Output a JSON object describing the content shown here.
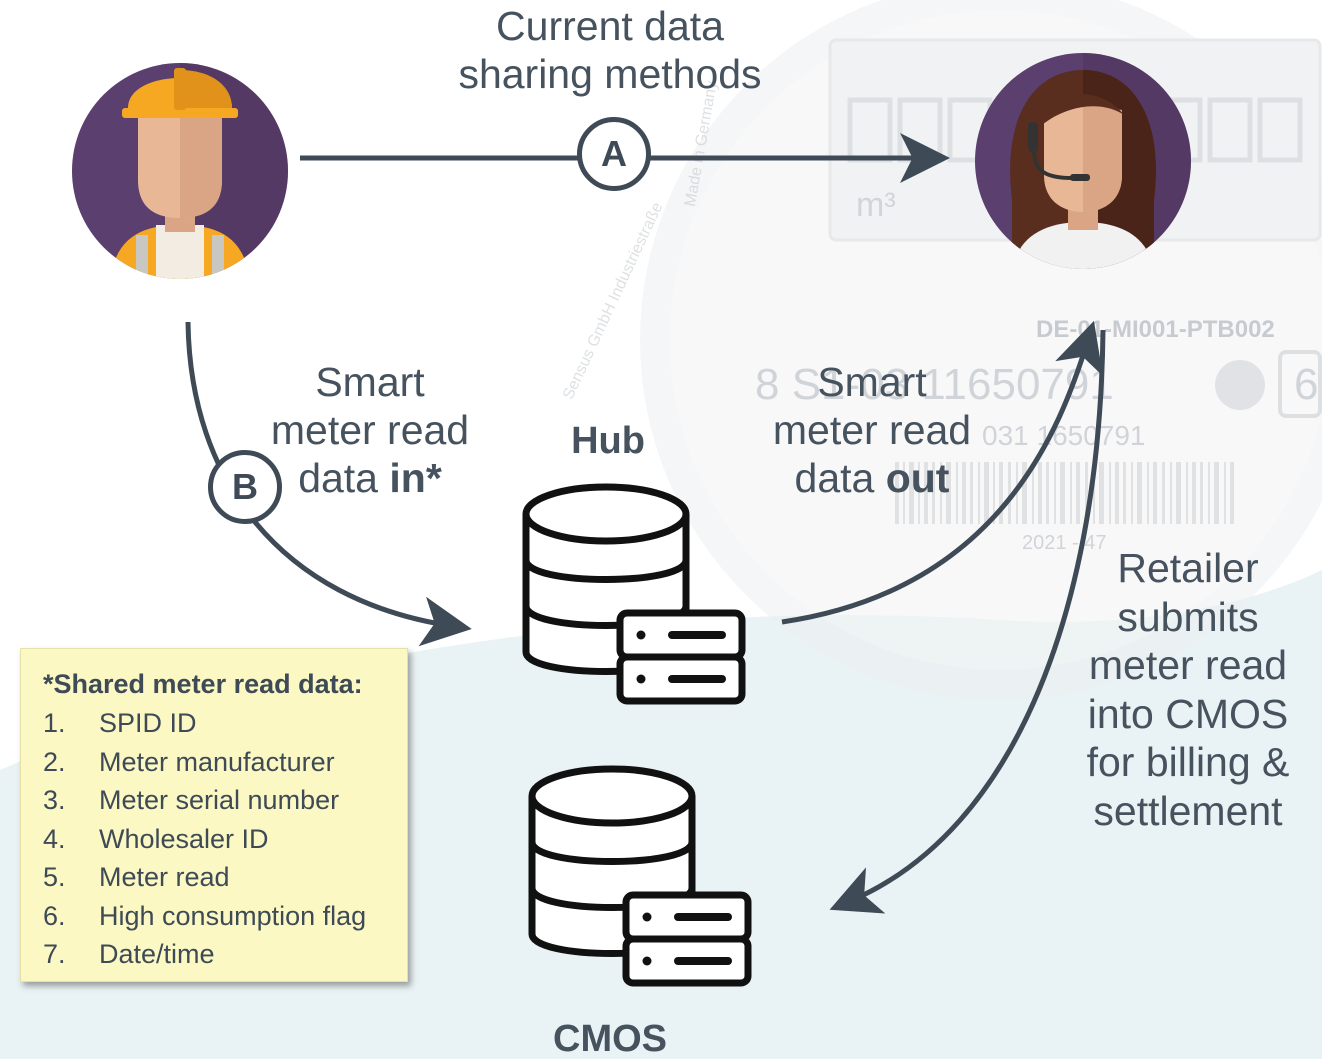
{
  "labels": {
    "current_methods": [
      "Current data",
      "sharing methods"
    ],
    "badge_a": "A",
    "badge_b": "B",
    "smart_in": {
      "line1": "Smart",
      "line2": "meter read",
      "line3_prefix": "data ",
      "line3_bold": "in*"
    },
    "smart_out": {
      "line1": "Smart",
      "line2": "meter read",
      "line3_prefix": "data ",
      "line3_bold": "out"
    },
    "hub": "Hub",
    "cmos": "CMOS",
    "retailer": [
      "Retailer",
      "submits",
      "meter read",
      "into CMOS",
      "for billing &",
      "settlement"
    ]
  },
  "note": {
    "title": "*Shared meter read data:",
    "items": [
      {
        "num": "1.",
        "text": "SPID ID"
      },
      {
        "num": "2.",
        "text": "Meter manufacturer"
      },
      {
        "num": "3.",
        "text": "Meter serial number"
      },
      {
        "num": "4.",
        "text": "Wholesaler ID"
      },
      {
        "num": "5.",
        "text": "Meter read"
      },
      {
        "num": "6.",
        "text": "High consumption flag"
      },
      {
        "num": "7.",
        "text": "Date/time"
      }
    ]
  },
  "meter_background": {
    "model": "DE-01-MI001-PTB002",
    "serial": "8 S1-03 11650791",
    "serial_small": "031 1650791",
    "year": "2021 - 47",
    "unit": "m³",
    "maker": "Sensus GmbH Industriestraße",
    "made_in": "Made in Germany",
    "suffix": "6"
  },
  "colors": {
    "arrow": "#3e4a56",
    "avatar_purple": "#5b3f6e",
    "helmet": "#f7a823",
    "hair": "#5a2e1f",
    "skin": "#e8b896",
    "note_bg": "#fbf8c4",
    "wave": "#e6f0f3"
  }
}
